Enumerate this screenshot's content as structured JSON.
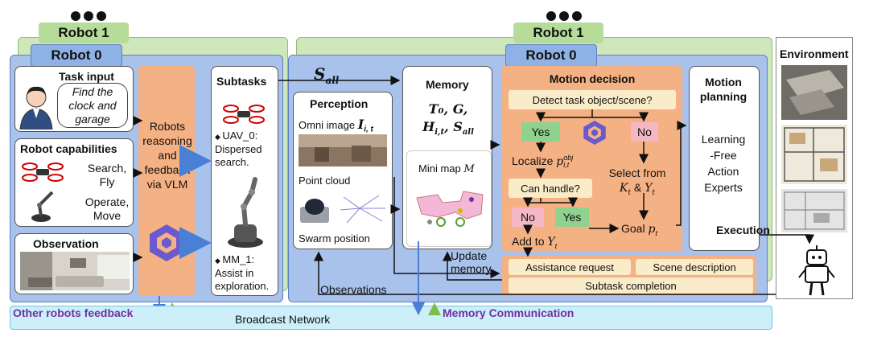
{
  "left": {
    "robot1_label": "Robot 1",
    "robot0_label": "Robot 0",
    "task_input": {
      "title": "Task input",
      "line1": "Find the",
      "line2": "clock and",
      "line3": "garage"
    },
    "capabilities": {
      "title": "Robot capabilities",
      "uav_text1": "Search,",
      "uav_text2": "Fly",
      "arm_text1": "Operate,",
      "arm_text2": "Move"
    },
    "observation": {
      "title": "Observation"
    },
    "vlm": {
      "line1": "Robots",
      "line2": "reasoning",
      "line3": "and",
      "line4": "feedback",
      "line5": "via VLM"
    },
    "subtasks": {
      "title": "Subtasks",
      "s1_line1": "UAV_0:",
      "s1_line2": "Dispersed",
      "s1_line3": "search.",
      "s2_line1": "MM_1:",
      "s2_line2": "Assist in",
      "s2_line3": "exploration."
    }
  },
  "right": {
    "robot1_label": "Robot 1",
    "robot0_label": "Robot 0",
    "s_all": "S",
    "s_all_sub": "all",
    "perception": {
      "title": "Perception",
      "omni": "Omni image",
      "omni_var": "I",
      "omni_sub": "i, t",
      "point_cloud": "Point cloud",
      "swarm": "Swarm position"
    },
    "memory": {
      "title": "Memory",
      "vars1": "T₀, G,",
      "vars2_h": "H",
      "vars2_hsub": "i,t",
      "vars2_rest": ", S",
      "vars2_ssub": "all",
      "minimap": "Mini map",
      "minimap_var": "M"
    },
    "motion_decision": {
      "title": "Motion decision",
      "detect": "Detect task object/scene?",
      "yes": "Yes",
      "no": "No",
      "localize": "Localize",
      "localize_var": "p",
      "localize_sup": "obj",
      "localize_sub": "i,t",
      "select1": "Select from",
      "select2_k": "K",
      "select2_ksub": "t",
      "select2_mid": " & ",
      "select2_y": "Y",
      "select2_ysub": "t",
      "can_handle": "Can handle?",
      "no2": "No",
      "yes2": "Yes",
      "add_to": "Add to",
      "add_var": "Y",
      "add_sub": "t",
      "goal": "Goal",
      "goal_var": "p",
      "goal_sub": "t"
    },
    "bottom_bar": {
      "assist": "Assistance request",
      "scene": "Scene description",
      "subtask": "Subtask completion"
    },
    "motion_planning": {
      "title1": "Motion",
      "title2": "planning",
      "l1": "Learning",
      "l2": "-Free",
      "l3": "Action",
      "l4": "Experts"
    },
    "update_memory1": "Update",
    "update_memory2": "memory",
    "observations": "Observations",
    "execution": "Execution"
  },
  "environment": {
    "title": "Environment"
  },
  "network": {
    "label": "Broadcast Network",
    "left": "Other robots feedback",
    "memory_comm": "Memory Communication"
  },
  "colors": {
    "green": "#b6dc9a",
    "blue_panel": "#a9c2ec",
    "orange": "#f4b183",
    "cream": "#fbecc9",
    "yes_green": "#8fd18f",
    "no_pink": "#f6b7c4",
    "purple": "#7030a0",
    "network": "#cdeffa"
  }
}
